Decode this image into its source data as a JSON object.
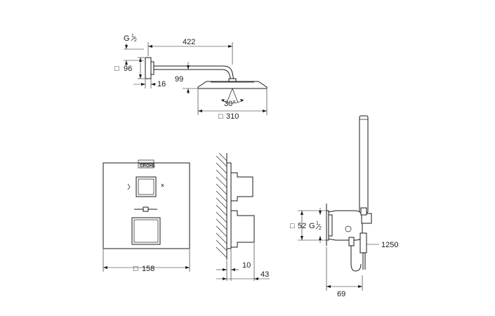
{
  "overhead_shower": {
    "arm_length": "422",
    "thread_g": "G",
    "thread_num": "1",
    "thread_den": "2",
    "flange_square_symbol": "□",
    "flange_size": "96",
    "flange_depth": "16",
    "drop": "99",
    "spray_angle": "30°",
    "head_square_symbol": "□",
    "head_size": "310"
  },
  "thermostat": {
    "brand_logo": "GROHE",
    "plate_square_symbol": "□",
    "plate_size": "158",
    "projection_small": "10",
    "projection_large": "43"
  },
  "hand_shower": {
    "outlet_square_symbol": "□",
    "outlet_size": "52",
    "thread_g": "G",
    "thread_num": "1",
    "thread_den": "2",
    "hose_length": "1250",
    "depth": "69"
  }
}
